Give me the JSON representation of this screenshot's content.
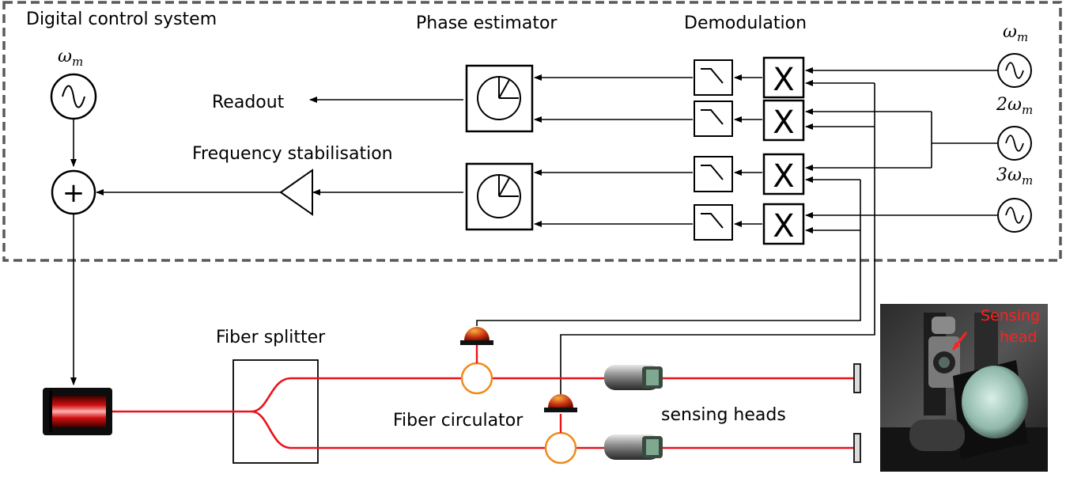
{
  "labels": {
    "system": "Digital control system",
    "phase_estimator": "Phase estimator",
    "demodulation": "Demodulation",
    "readout": "Readout",
    "frequency_stabilisation": "Frequency stabilisation",
    "fiber_splitter": "Fiber splitter",
    "fiber_circulator": "Fiber circulator",
    "sensing_heads": "sensing heads",
    "photo_label_1": "Sensing",
    "photo_label_2": "head"
  },
  "symbols": {
    "omega_left": "ωm",
    "omega_1": "ωm",
    "omega_2": "2ωm",
    "omega_3": "3ωm",
    "mixer": "X",
    "sum": "+"
  },
  "colors": {
    "fiber": "#e8141c",
    "circulator": "#f08a1c",
    "dashed_border": "#5a5a5a",
    "photo_label": "#ff2020"
  },
  "icons": {
    "oscillator": "sine-wave-in-circle",
    "low_pass_filter": "lowpass-filter-symbol",
    "phase_estimator": "clock-dial",
    "amplifier": "triangle",
    "photodetector": "dome-photodiode",
    "laser": "laser-diode",
    "mirror": "end-mirror"
  }
}
